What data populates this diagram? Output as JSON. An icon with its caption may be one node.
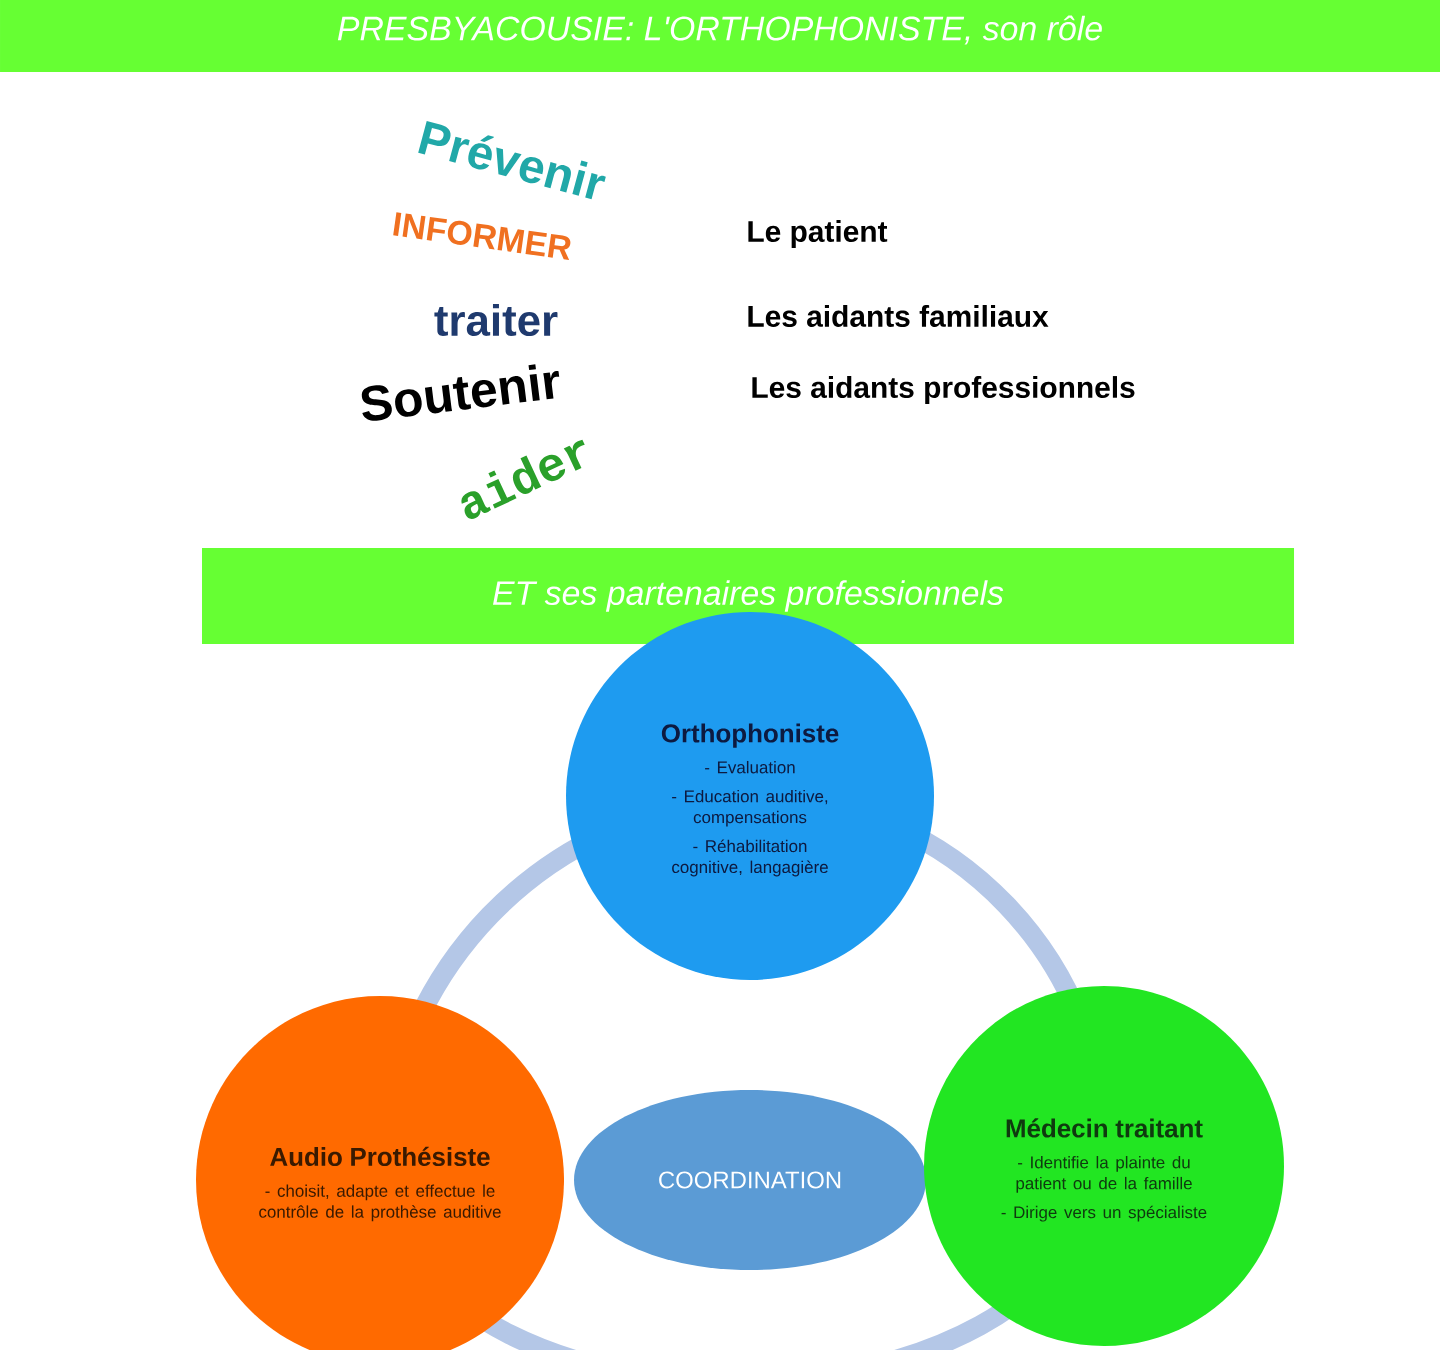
{
  "diagram": {
    "title": "PRESBYACOUSIE: L'ORTHOPHONISTE, son rôle",
    "nodes": [
      {
        "text": [
          "ET ses partenaires professionnels"
        ]
      },
      {
        "text": [
          "Orthophoniste",
          "- Evaluation",
          "- Education auditive, compensations",
          "- Réhabilitation cognitive, langagière"
        ]
      },
      {
        "text": [
          "Audio Prothésiste",
          "- choisit, adapte et effectue le contrôle de la prothèse auditive"
        ]
      },
      {
        "text": [
          "COORDINATION"
        ]
      },
      {
        "text": [
          "Médecin traitant",
          "- Identifie la plainte du patient ou de la famille",
          "- Dirige vers un spécialiste"
        ]
      }
    ],
    "edges": [
      {
        "from": 1,
        "to": 4,
        "arrow": "none"
      },
      {
        "from": 1,
        "to": 2,
        "arrow": "none"
      },
      {
        "from": 2,
        "to": 4,
        "arrow": "none"
      }
    ],
    "labels": [
      "Prévenir",
      "INFORMER",
      "traiter",
      "Soutenir",
      "aider",
      "Le patient",
      "Les aidants familiaux",
      "Les aidants professionnels"
    ]
  }
}
